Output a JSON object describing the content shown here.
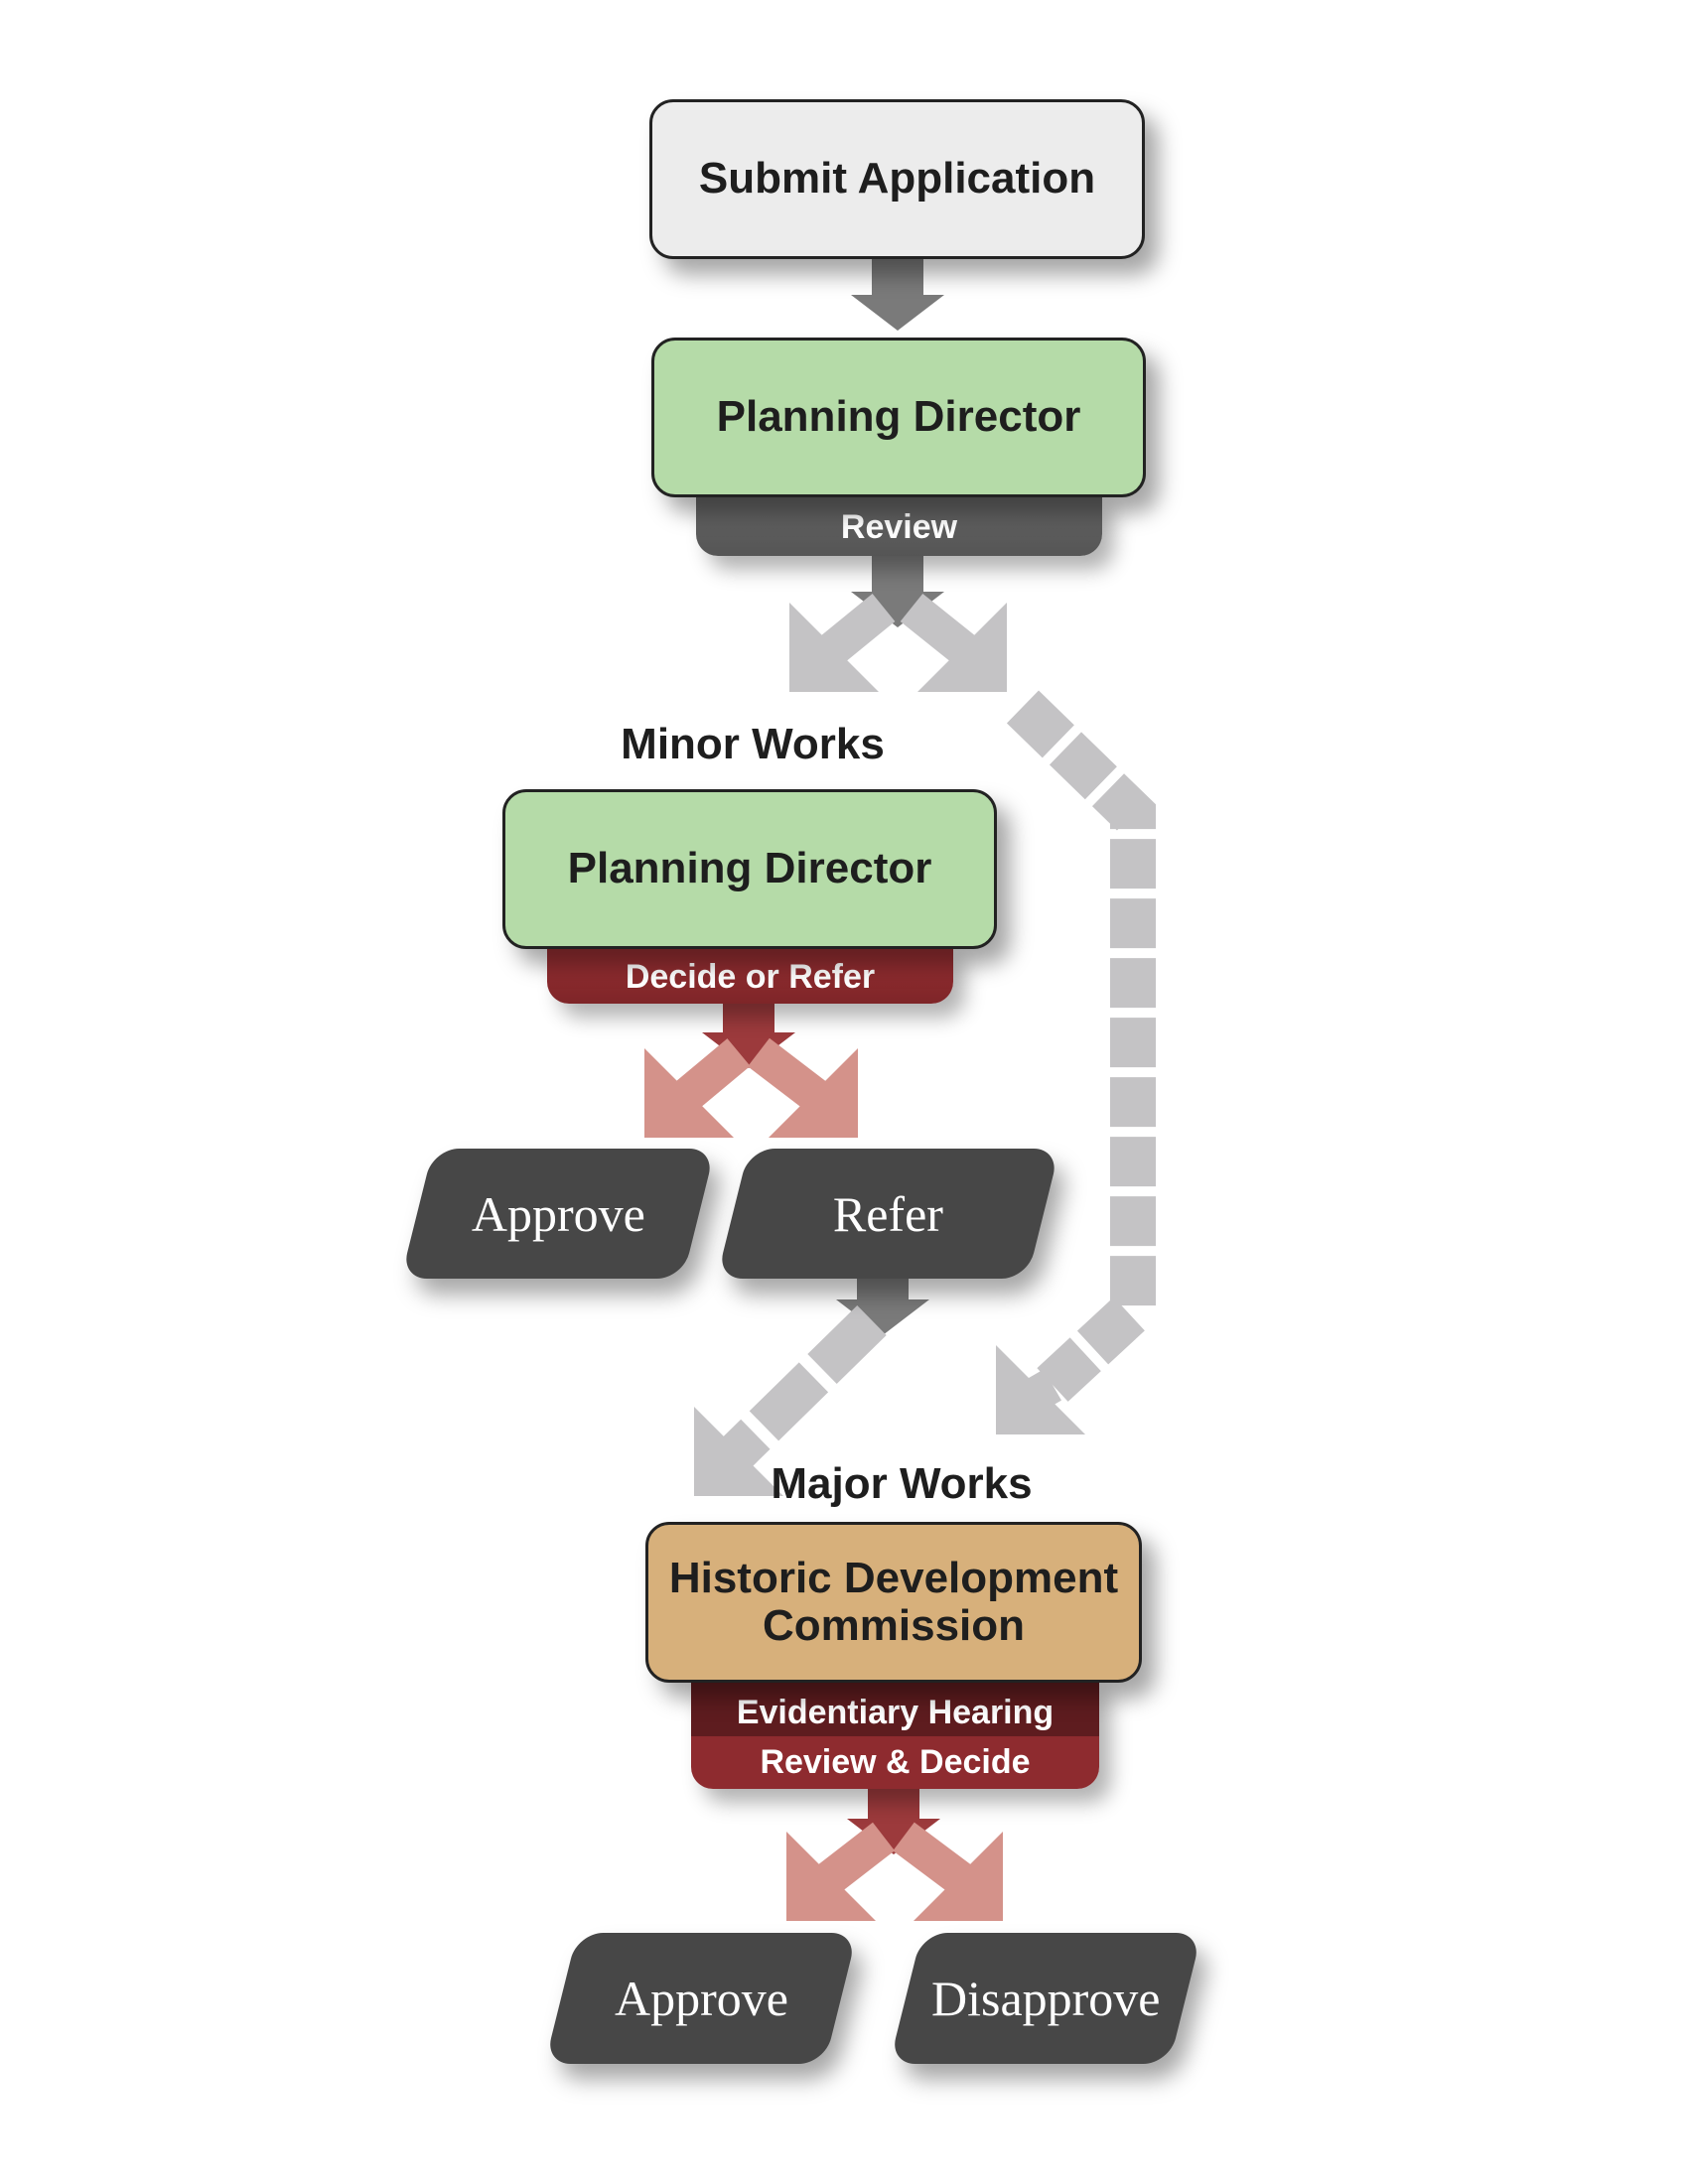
{
  "steps": {
    "submit": "Submit Application",
    "planning_director_1": "Planning Director",
    "review": "Review",
    "minor_works": "Minor Works",
    "planning_director_2": "Planning Director",
    "decide_or_refer": "Decide or Refer",
    "approve_1": "Approve",
    "refer": "Refer",
    "major_works": "Major Works",
    "hdc": "Historic Development Commission",
    "evidentiary_hearing": "Evidentiary Hearing",
    "review_decide": "Review & Decide",
    "approve_2": "Approve",
    "disapprove": "Disapprove"
  },
  "colors": {
    "submit_fill": "#ececec",
    "director_fill": "#b5dba8",
    "hdc_fill": "#d7b07b",
    "review_tab": "#5e5e5e",
    "red_tab": "#8e2b2f",
    "dark_red_tab": "#5e1c1f",
    "gray_arrow": "#7a7a7a",
    "light_gray_arrow": "#c4c3c5",
    "red_arrow": "#9c3a3c",
    "pink_arrow": "#d4928a",
    "outcome_fill": "#474747"
  }
}
